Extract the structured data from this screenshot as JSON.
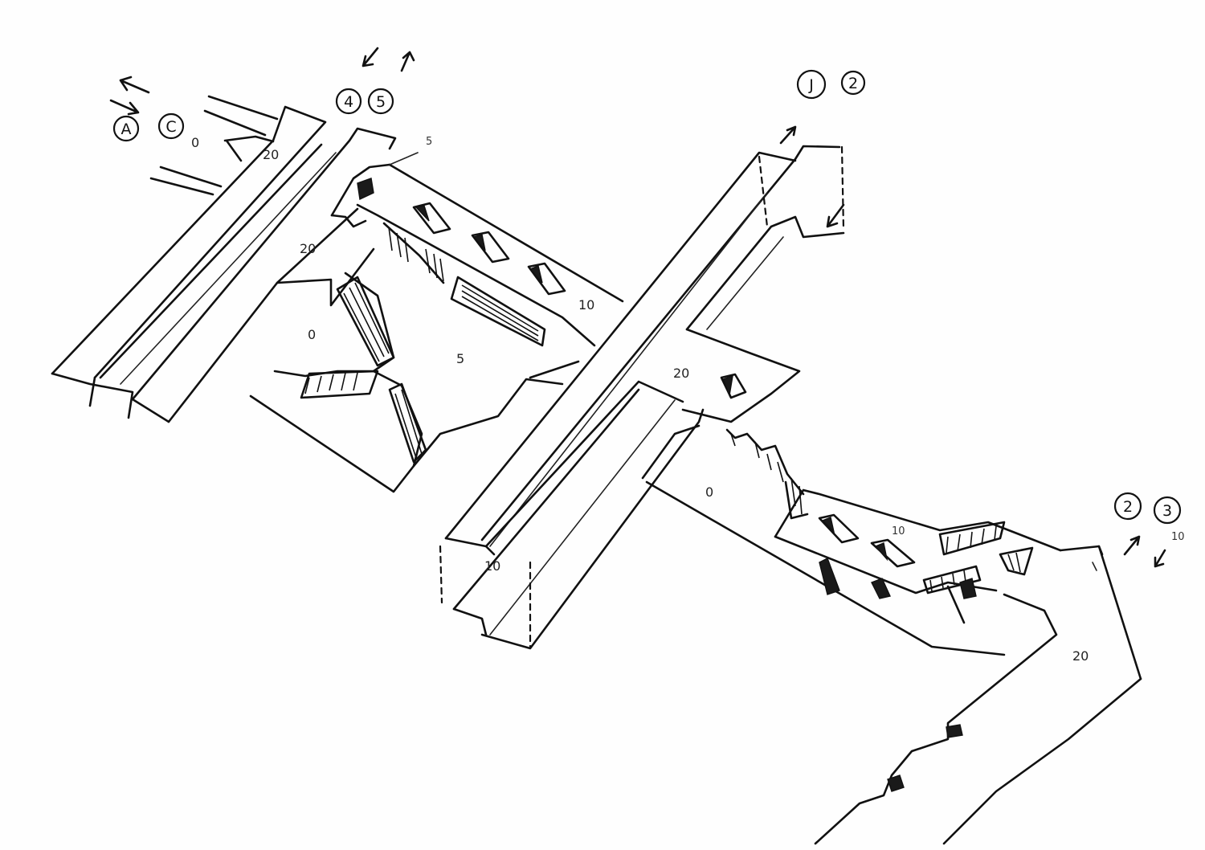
{
  "elevations": {
    "top_left_0": "0",
    "left_corridor_20": "20",
    "left_plaza_20": "20",
    "left_lower_0": "0",
    "left_lower_5": "5",
    "top_mid_5": "5",
    "upper_bridge_10": "10",
    "center_cross_20": "20",
    "center_base_10": "10",
    "lower_0": "0",
    "lower_bridge_10": "10",
    "right_upper_10": "10",
    "right_lower_20": "20"
  },
  "stations": {
    "a": "A",
    "c": "C",
    "four": "4",
    "five": "5",
    "j": "J",
    "two_top": "2",
    "two_right": "2",
    "three": "3"
  },
  "icons": {
    "flow_arrow": "arrow-icon",
    "stair": "stair-icon"
  }
}
